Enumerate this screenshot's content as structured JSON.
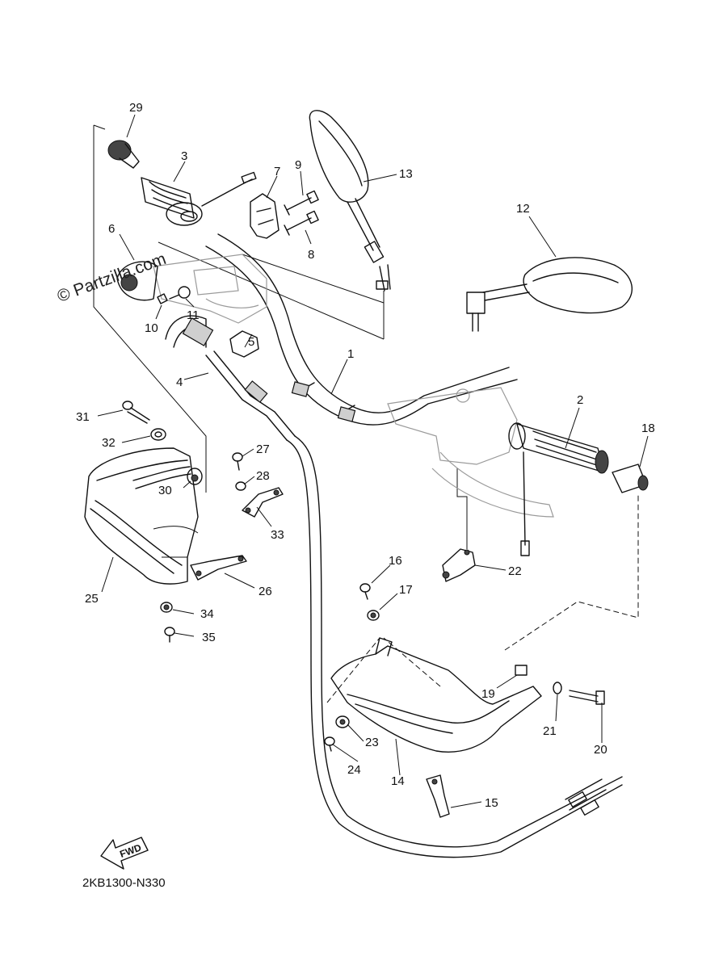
{
  "watermark": "© Partzilla.com",
  "diagram_code": "2KB1300-N330",
  "fwd_label": "FWD",
  "callouts": {
    "c1": "1",
    "c2": "2",
    "c3": "3",
    "c4": "4",
    "c5": "5",
    "c6": "6",
    "c7": "7",
    "c8": "8",
    "c9": "9",
    "c10": "10",
    "c11": "11",
    "c12": "12",
    "c13": "13",
    "c14": "14",
    "c15": "15",
    "c16": "16",
    "c17": "17",
    "c18": "18",
    "c19": "19",
    "c20": "20",
    "c21": "21",
    "c22": "22",
    "c23": "23",
    "c24": "24",
    "c25": "25",
    "c26": "26",
    "c27": "27",
    "c28": "28",
    "c29": "29",
    "c30": "30",
    "c31": "31",
    "c32": "32",
    "c33": "33",
    "c34": "34",
    "c35": "35"
  }
}
